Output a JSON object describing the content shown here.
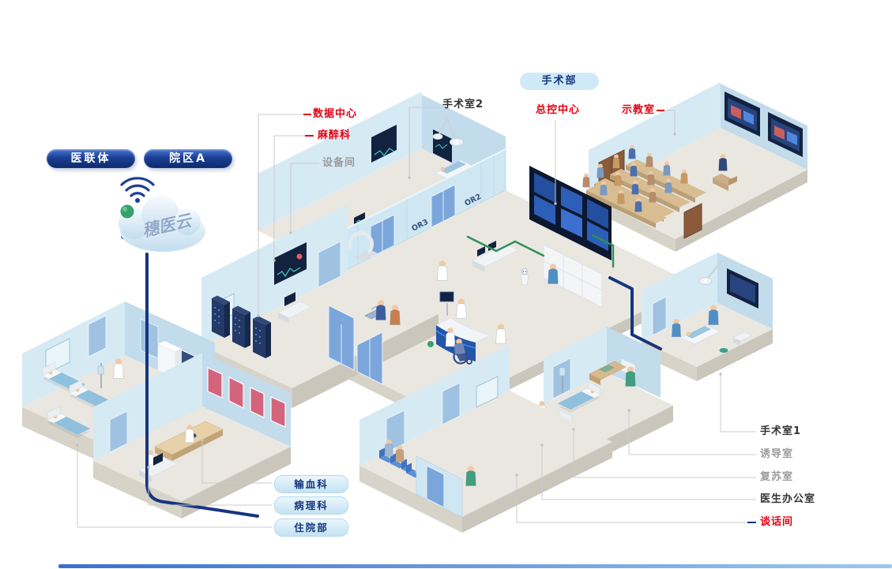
{
  "cloud": {
    "name": "穗医云"
  },
  "pills": {
    "consortium": "医联体",
    "campus": "院区A",
    "surgery_dept": "手术部",
    "blood": "输血科",
    "pathology": "病理科",
    "inpatient": "住院部"
  },
  "labels": {
    "data_center": "数据中心",
    "anesthesiology": "麻醉科",
    "equipment_room": "设备间",
    "or2": "手术室2",
    "master_control": "总控中心",
    "demo_room": "示教室",
    "or1": "手术室1",
    "induction": "诱导室",
    "recovery": "复苏室",
    "doctor_office": "医生办公室",
    "talk_room": "谈话间"
  },
  "room_tags": {
    "or2": "OR2",
    "or3": "OR3"
  },
  "colors": {
    "accent_red": "#e60012",
    "navy": "#16357f",
    "label_gray": "#9b9b9b",
    "label_dark": "#333333",
    "pill_blue_bg": "#cfe9f7",
    "cable_navy": "#16357f",
    "line_green": "#2f8f5b",
    "leader_gray": "#cbcbcb"
  }
}
